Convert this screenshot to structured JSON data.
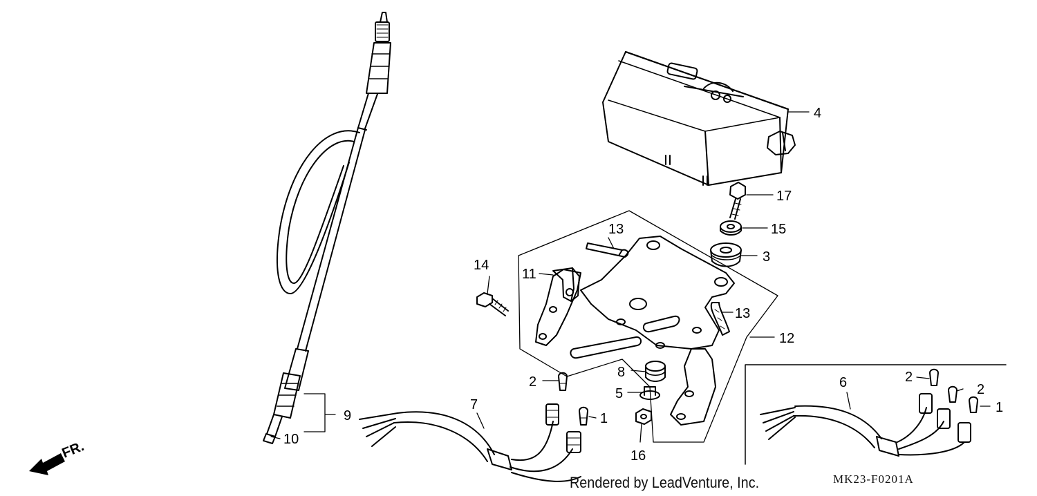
{
  "callouts": {
    "c1a": "1",
    "c1b": "1",
    "c2a": "2",
    "c2b": "2",
    "c2c": "2",
    "c3": "3",
    "c4": "4",
    "c5": "5",
    "c6": "6",
    "c7": "7",
    "c8": "8",
    "c9": "9",
    "c10": "10",
    "c11": "11",
    "c12": "12",
    "c13a": "13",
    "c13b": "13",
    "c14": "14",
    "c15": "15",
    "c16": "16",
    "c17": "17"
  },
  "fr_label": "FR.",
  "footer": {
    "credit": "Rendered by LeadVenture, Inc.",
    "code": "MK23-F0201A"
  }
}
